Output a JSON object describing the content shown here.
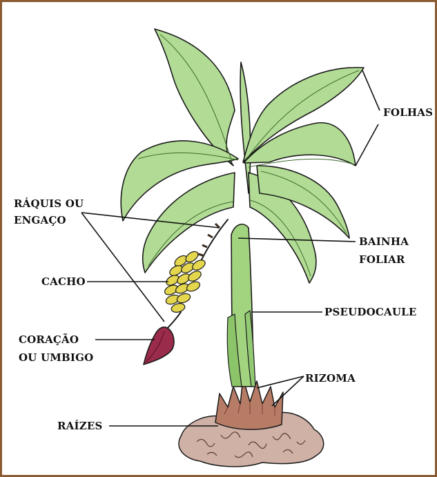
{
  "labels": {
    "folhas": "FOLHAS",
    "raquis_line1": "RÁQUIS OU",
    "raquis_line2": "ENGAÇO",
    "bainha_line1": "BAINHA",
    "bainha_line2": "FOLIAR",
    "cacho": "CACHO",
    "pseudocaule": "PSEUDOCAULE",
    "coracao_line1": "CORAÇÃO",
    "coracao_line2": "OU UMBIGO",
    "rizoma": "RIZOMA",
    "raizes": "RAÍZES"
  },
  "colors": {
    "frame": "#8a5a30",
    "leaf": "#a9d98a",
    "stem": "#9fd27d",
    "banana": "#e3d54a",
    "heart": "#9b2c4a",
    "rhizome": "#b9826a",
    "soil": "#c9a69a"
  }
}
